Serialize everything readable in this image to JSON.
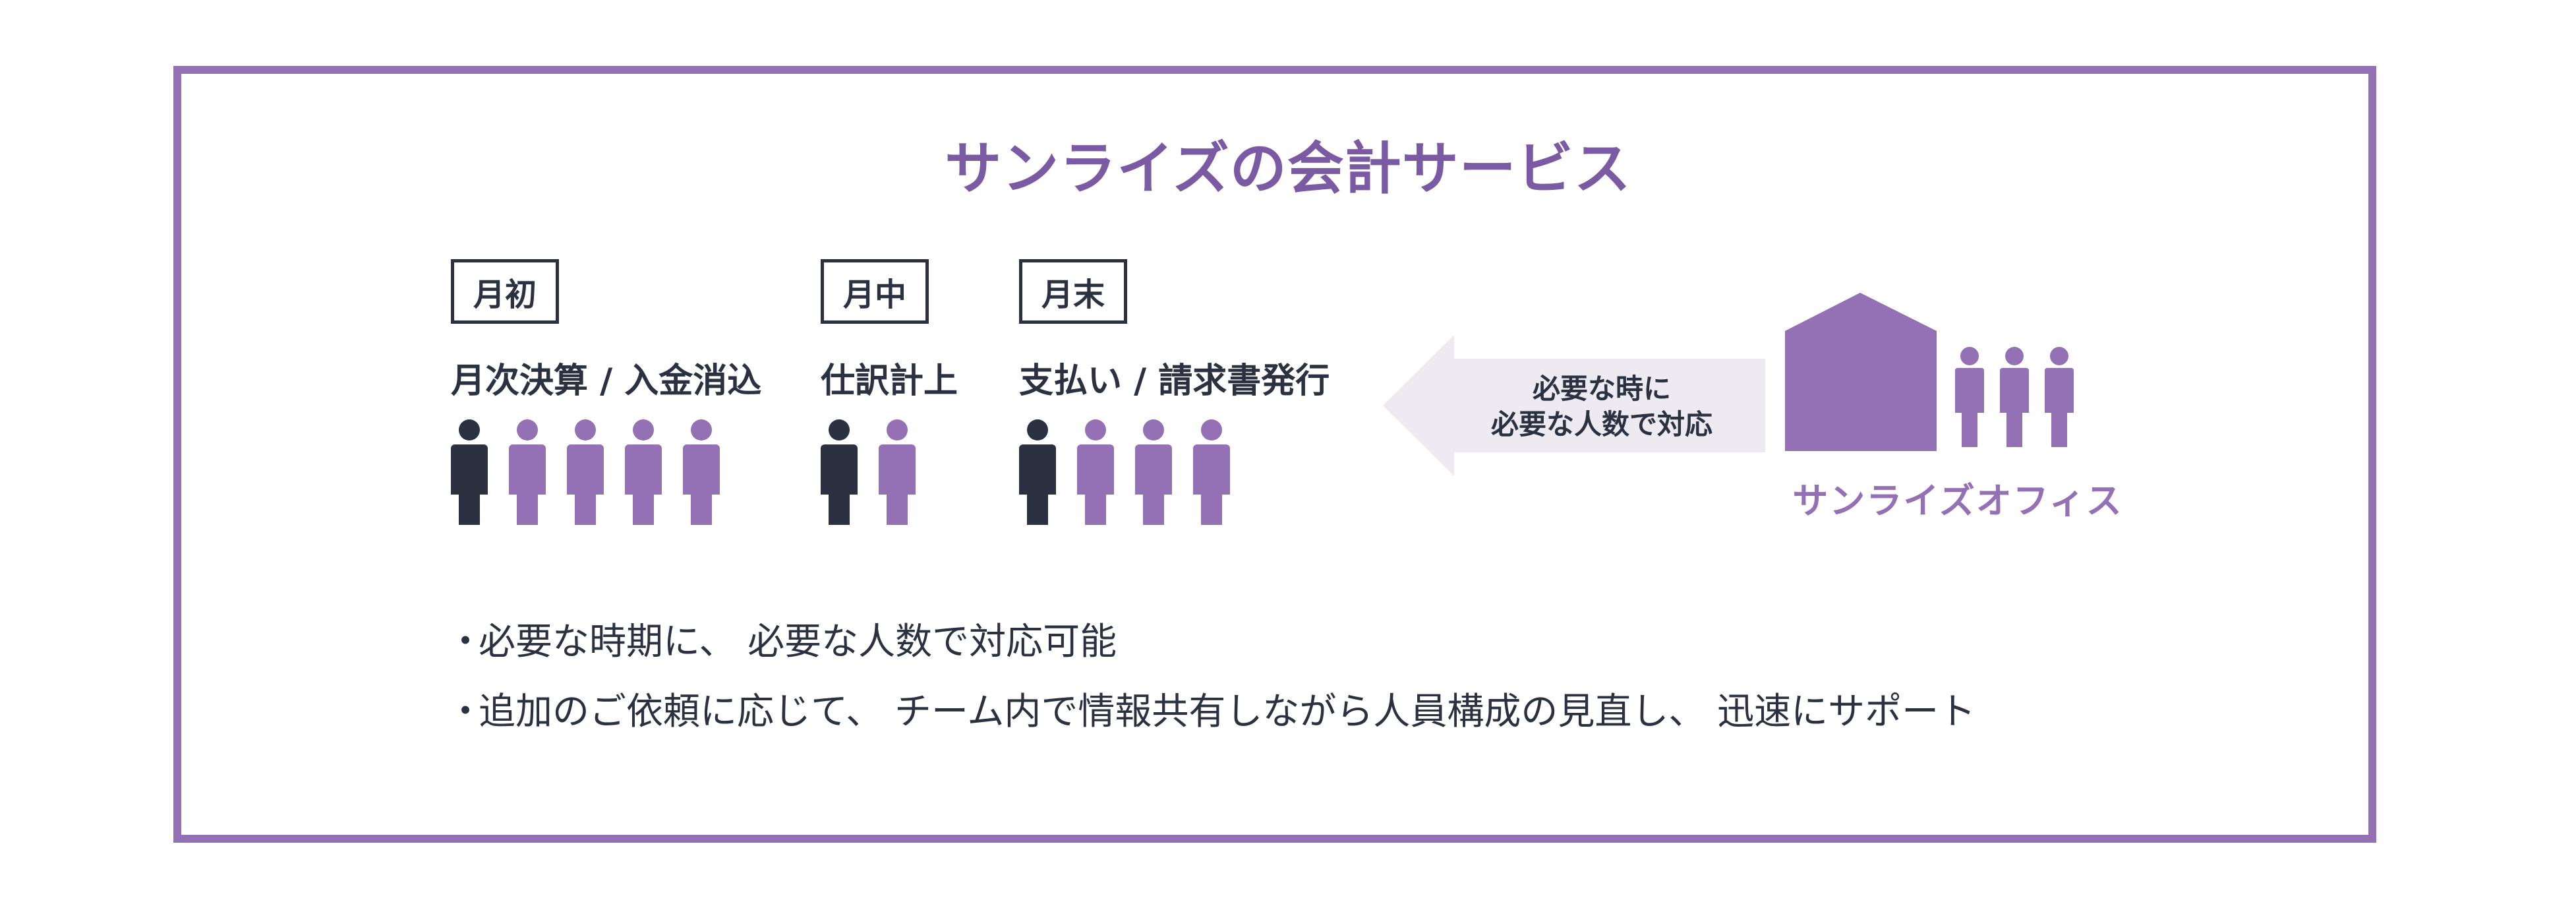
{
  "title": "サンライズの会計サービス",
  "periods": [
    {
      "tag": "月初",
      "label": "月次決算 / 入金消込",
      "people": [
        "dark",
        "purple",
        "purple",
        "purple",
        "purple"
      ]
    },
    {
      "tag": "月中",
      "label": "仕訳計上",
      "people": [
        "dark",
        "purple"
      ]
    },
    {
      "tag": "月末",
      "label": "支払い / 請求書発行",
      "people": [
        "dark",
        "purple",
        "purple",
        "purple"
      ]
    }
  ],
  "arrow": {
    "line1": "必要な時に",
    "line2": "必要な人数で対応"
  },
  "office": {
    "label": "サンライズオフィス"
  },
  "bullets": [
    {
      "dot": "・",
      "text": "必要な時期に、 必要な人数で対応可能"
    },
    {
      "dot": "・",
      "text": "追加のご依頼に応じて、 チーム内で情報共有しながら人員構成の見直し、 迅速にサポート"
    }
  ],
  "colors": {
    "accent": "#9470b4",
    "title": "#7b5aa4",
    "dark": "#2b3140",
    "arrow": "#edebf1"
  }
}
